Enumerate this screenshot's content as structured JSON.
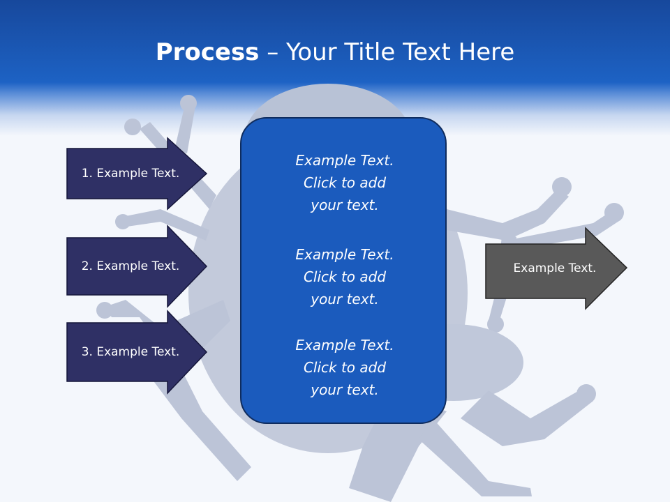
{
  "slide": {
    "title_bold": "Process",
    "title_rest": " – Your Title Text Here"
  },
  "left_arrows": [
    {
      "label": "1. Example Text."
    },
    {
      "label": "2. Example Text."
    },
    {
      "label": "3. Example Text."
    }
  ],
  "center_box": {
    "blocks": [
      {
        "line1": "Example Text.",
        "line2": "Click  to add",
        "line3": "your text."
      },
      {
        "line1": "Example Text.",
        "line2": "Click  to add",
        "line3": "your text."
      },
      {
        "line1": "Example Text.",
        "line2": "Click  to add",
        "line3": "your text."
      }
    ]
  },
  "right_arrow": {
    "label": "Example Text."
  },
  "colors": {
    "header_blue": "#1d62c4",
    "left_arrow_fill": "#2f3065",
    "center_box_fill": "#1b5bbd",
    "right_arrow_fill": "#595959",
    "frog_silhouette": "#b9c2d6"
  }
}
